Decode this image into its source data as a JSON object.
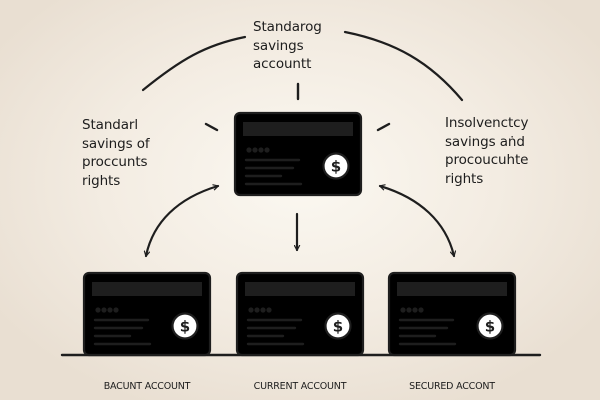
{
  "top_text": "Standarog\nsavings\naccountt",
  "left_text": "Standarl\nsavings of\nproccunts\nrights",
  "right_text": "Insolvenctcy\nsavings aṅd\nprocoucuhte\nrights",
  "cards": [
    {
      "id": "center",
      "color": "#6f9d77",
      "label": ""
    },
    {
      "id": "blue",
      "color": "#86afcb",
      "label": "BACUNT ACCOUNT"
    },
    {
      "id": "red",
      "color": "#d9745a",
      "label": "CURRENT ACCOUNT"
    },
    {
      "id": "orange",
      "color": "#e0a35c",
      "label": "SECURED ACCONT"
    }
  ],
  "card_symbol": "$",
  "colors": {
    "stroke": "#1e1e1e",
    "background": "#f3ece2"
  },
  "icons": [
    "dollar-coin-icon",
    "curved-double-arrow-icon",
    "down-arrow-icon"
  ]
}
